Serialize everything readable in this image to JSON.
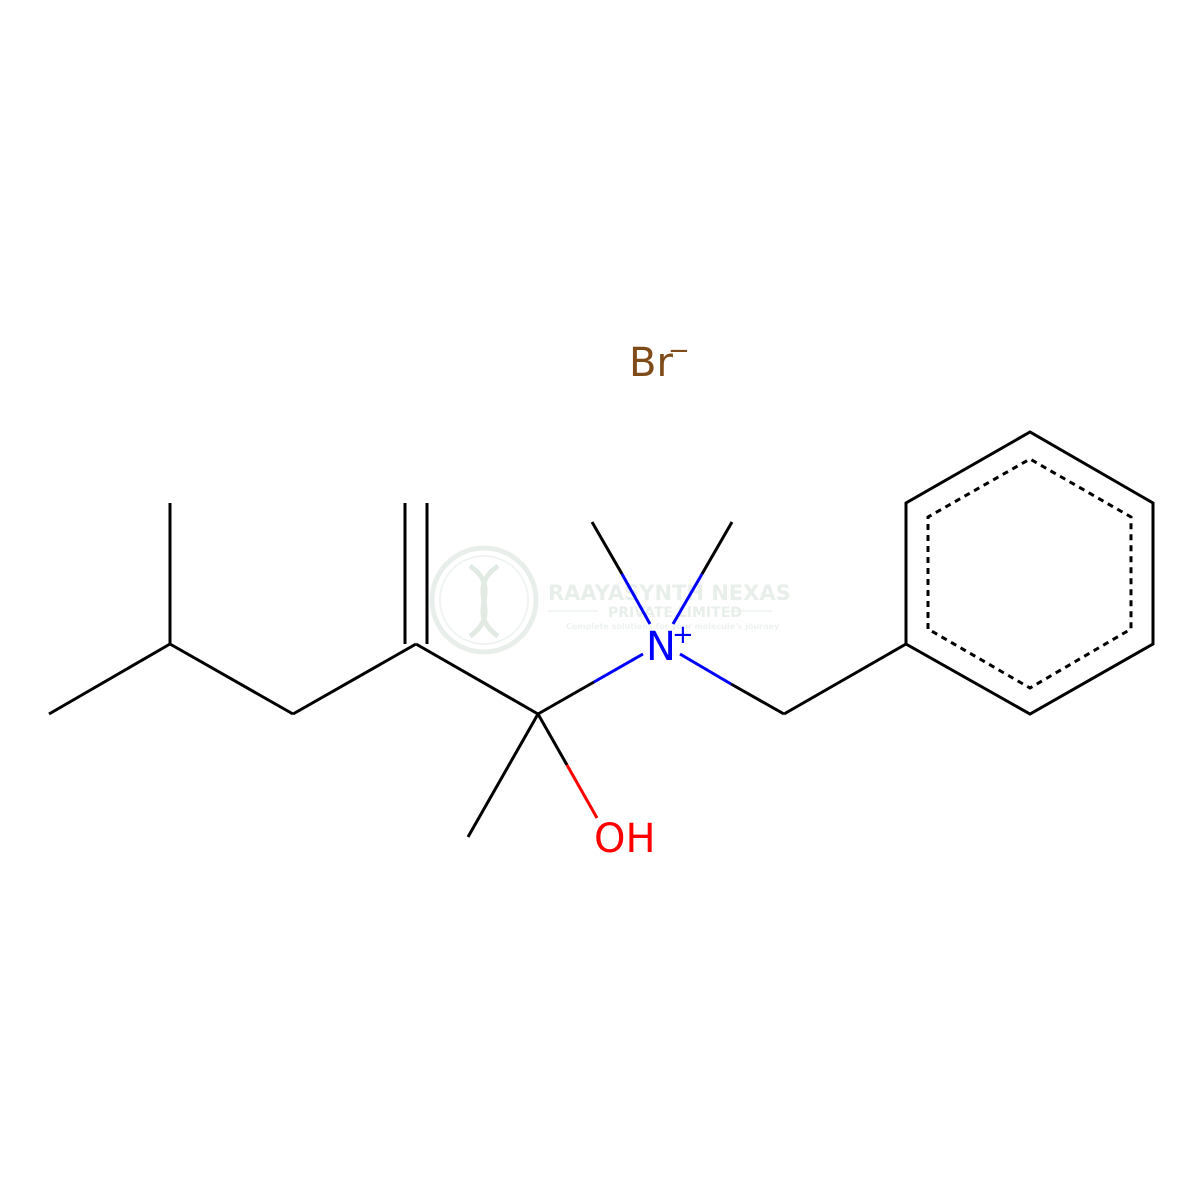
{
  "molecule": {
    "counterion": {
      "symbol": "Br",
      "charge": "−"
    },
    "nitrogen": {
      "symbol": "N",
      "charge": "+"
    },
    "hydroxyl": {
      "symbol": "OH"
    }
  },
  "watermark": {
    "name": "RAAYASYNTH NEXAS",
    "subtitle": "PRIVATE LIMITED",
    "tagline": "Complete solutions for your molecule's journey"
  },
  "colors": {
    "bond": "#000000",
    "nitrogen": "#0000ff",
    "oxygen": "#ff0000",
    "bromine": "#7f4c19",
    "watermark": "#d7e2d9"
  }
}
